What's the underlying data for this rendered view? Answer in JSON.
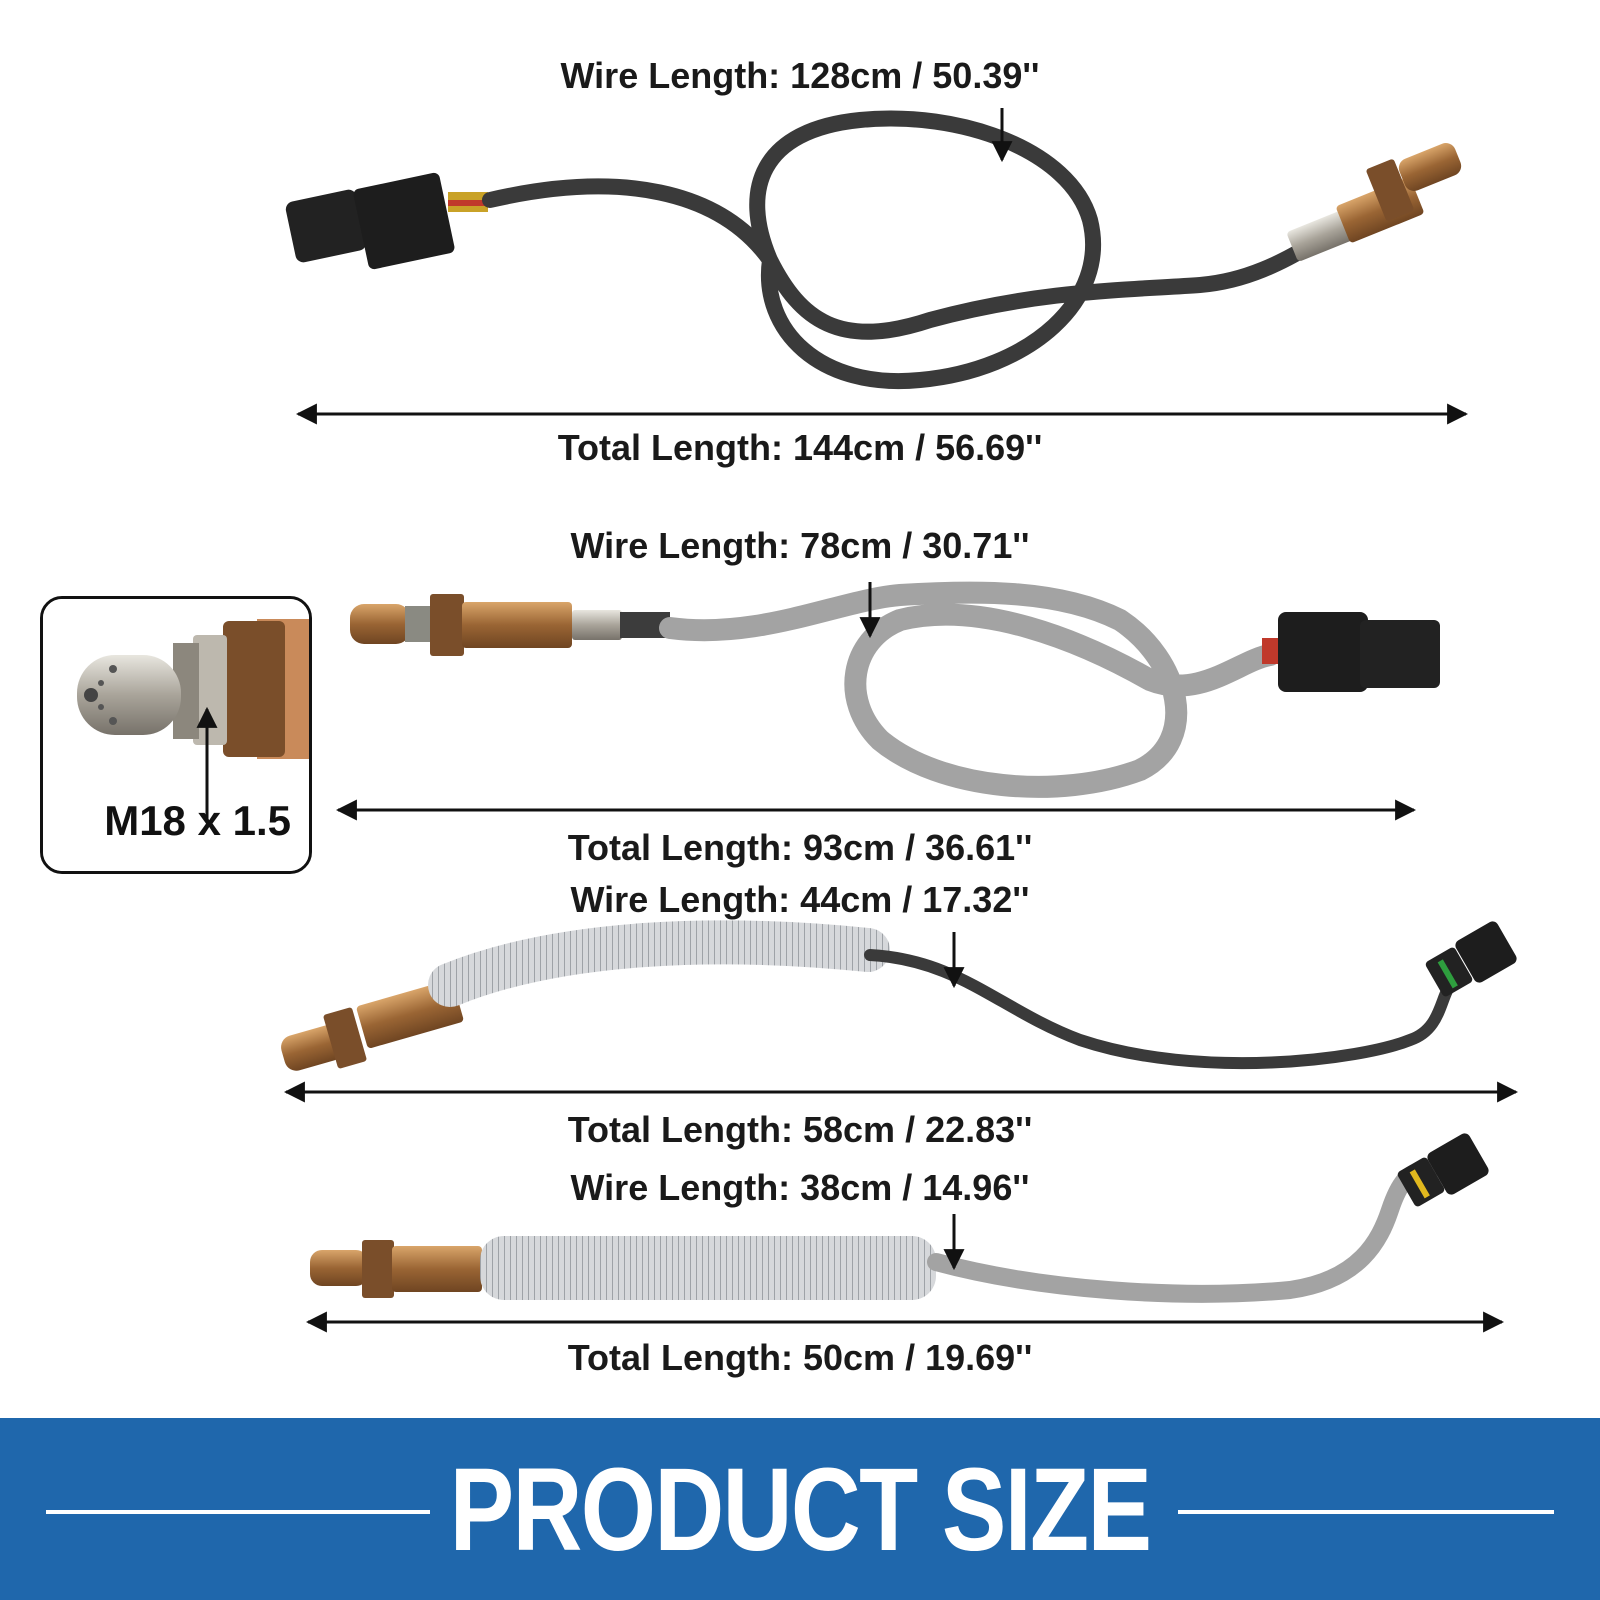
{
  "sensors": [
    {
      "wire_length": "Wire Length: 128cm / 50.39''",
      "total_length": "Total Length: 144cm / 56.69''"
    },
    {
      "wire_length": "Wire Length: 78cm / 30.71''",
      "total_length": "Total Length: 93cm / 36.61''"
    },
    {
      "wire_length": "Wire Length: 44cm / 17.32''",
      "total_length": "Total Length: 58cm / 22.83''"
    },
    {
      "wire_length": "Wire Length: 38cm / 14.96''",
      "total_length": "Total Length: 50cm / 19.69''"
    }
  ],
  "inset": {
    "thread_size": "M18 x 1.5"
  },
  "banner": {
    "title": "PRODUCT SIZE"
  },
  "colors": {
    "banner_blue": "#1f67ac",
    "cable_black": "#3a3a3a",
    "cable_gray": "#9c9c9c",
    "heat_sleeve": "#cfd2d6",
    "sensor_bronze": "#a8743e"
  }
}
